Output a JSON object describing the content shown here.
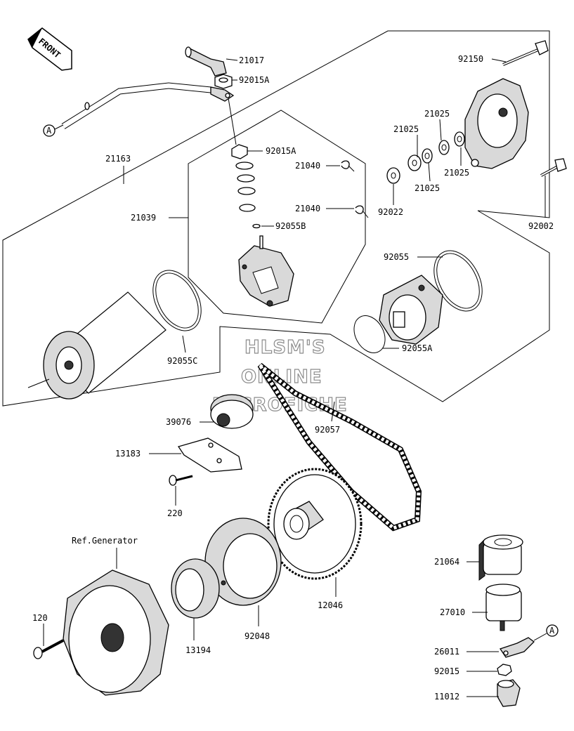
{
  "front_badge": "FRONT",
  "watermark": [
    "HLSM'S",
    "ONLINE",
    "MICROFICHE"
  ],
  "connector_A": "A",
  "ref_generator": "Ref.Generator",
  "parts": {
    "p21017": "21017",
    "p92015A_top": "92015A",
    "p92015A_mid": "92015A",
    "p21163": "21163",
    "p21040_a": "21040",
    "p21040_b": "21040",
    "p21039": "21039",
    "p92055B": "92055B",
    "p92150": "92150",
    "p21025_a": "21025",
    "p21025_b": "21025",
    "p21025_c": "21025",
    "p21025_d": "21025",
    "p92022": "92022",
    "p92002": "92002",
    "p92055": "92055",
    "p92055C": "92055C",
    "p92055A": "92055A",
    "p39076": "39076",
    "p92057": "92057",
    "p13183": "13183",
    "p220": "220",
    "p12046": "12046",
    "p92048": "92048",
    "p13194": "13194",
    "p120": "120",
    "p21064": "21064",
    "p27010": "27010",
    "p26011": "26011",
    "p92015": "92015",
    "p11012": "11012"
  }
}
